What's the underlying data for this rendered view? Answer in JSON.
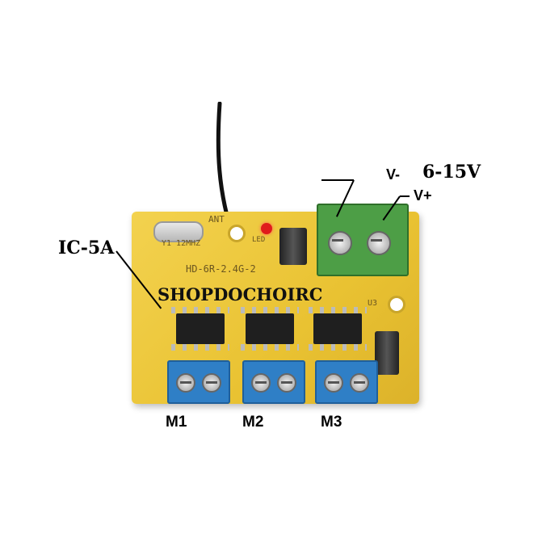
{
  "labels": {
    "ic": "IC-5A",
    "v_minus": "V-",
    "voltage": "6-15V",
    "v_plus": "V+",
    "watermark": "SHOPDOCHOIRC",
    "m1": "M1",
    "m2": "M2",
    "m3": "M3"
  },
  "silkscreen": {
    "ant": "ANT",
    "board_code": "HD-6R-2.4G-2",
    "led": "LED",
    "crystal": "Y1 12MHZ",
    "u3": "U3"
  },
  "colors": {
    "board": "#e9c232",
    "terminal_blue": "#2f7fc6",
    "terminal_green": "#4d9e46",
    "led": "#e01b1b"
  }
}
